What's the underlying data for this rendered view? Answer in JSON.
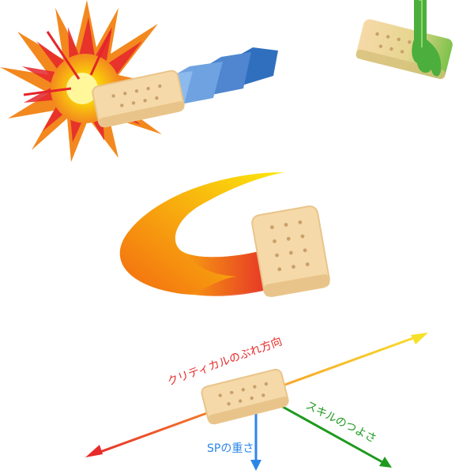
{
  "diagram": {
    "labels": {
      "critical_direction": "クリティカルのぶれ方向",
      "skill_strength": "スキルのつよさ",
      "sp_weight": "SPの重さ"
    },
    "colors": {
      "cookie": "#f6d9a8",
      "cookie_shade": "#e9c48a",
      "cookie_hole": "#c9a06a",
      "explosion_outer": "#f3881e",
      "explosion_mid": "#fbd20a",
      "explosion_core": "#fff79a",
      "explosion_red": "#e4252b",
      "trail_blue_light": "#6fa8e8",
      "trail_blue_dark": "#2f6fbe",
      "slime_green": "#4cae3c",
      "arrow_red": "#e82a2a",
      "arrow_yellow": "#f7e02a",
      "arrow_green": "#1e9a1e",
      "arrow_blue": "#2b86e8"
    }
  }
}
